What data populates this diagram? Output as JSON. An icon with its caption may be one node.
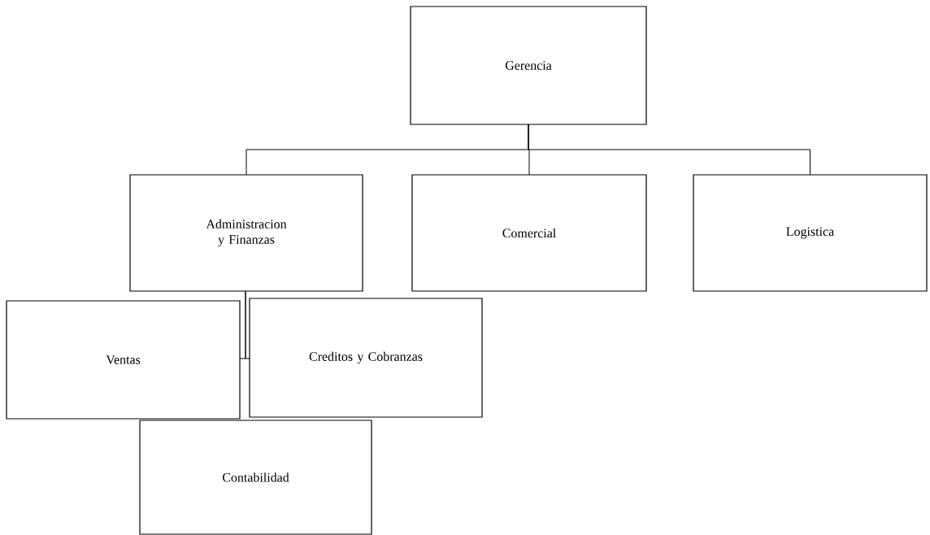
{
  "diagram": {
    "nodes": [
      {
        "text": [
          "Gerencia"
        ]
      },
      {
        "text": [
          "Administracion y Finanzas"
        ]
      },
      {
        "text": [
          "Comercial"
        ]
      },
      {
        "text": [
          "Logistica"
        ]
      },
      {
        "text": [
          "Ventas"
        ]
      },
      {
        "text": [
          "Creditos y Cobranzas"
        ]
      },
      {
        "text": [
          "Contabilidad"
        ]
      }
    ],
    "edges": [
      {
        "from": 0,
        "to": 1,
        "arrow": "none"
      },
      {
        "from": 0,
        "to": 2,
        "arrow": "none"
      },
      {
        "from": 0,
        "to": 3,
        "arrow": "none"
      },
      {
        "from": 1,
        "to": 4,
        "arrow": "none"
      },
      {
        "from": 1,
        "to": 5,
        "arrow": "none"
      }
    ]
  }
}
